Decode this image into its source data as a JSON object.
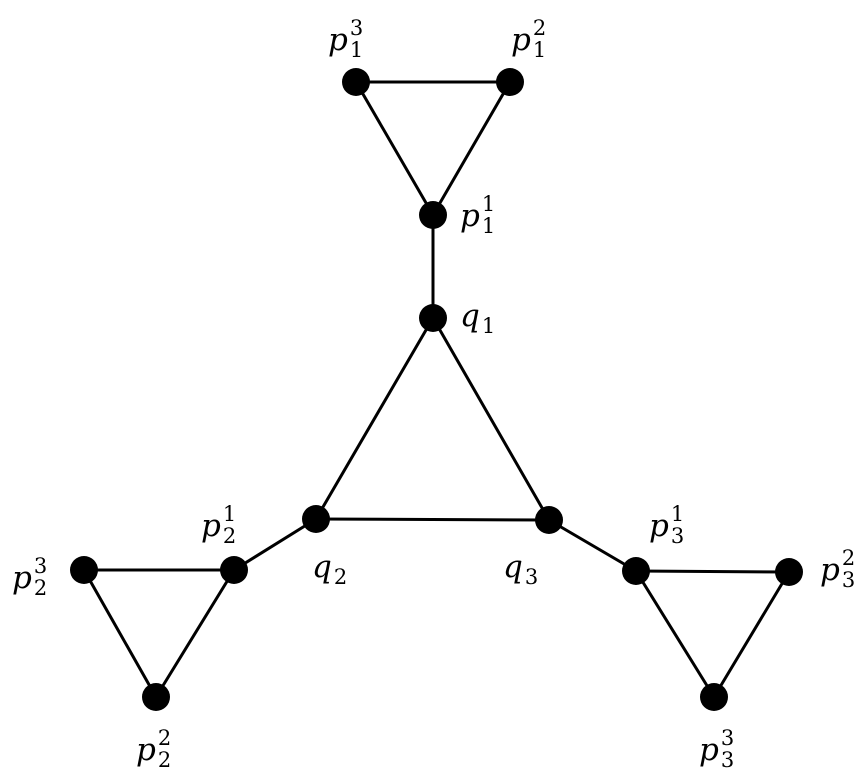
{
  "nodes": [
    {
      "id": "p1_3",
      "base": "p",
      "sub": "1",
      "sup": "3"
    },
    {
      "id": "p1_2",
      "base": "p",
      "sub": "1",
      "sup": "2"
    },
    {
      "id": "p1_1",
      "base": "p",
      "sub": "1",
      "sup": "1"
    },
    {
      "id": "q1",
      "base": "q",
      "sub": "1",
      "sup": ""
    },
    {
      "id": "q2",
      "base": "q",
      "sub": "2",
      "sup": ""
    },
    {
      "id": "q3",
      "base": "q",
      "sub": "3",
      "sup": ""
    },
    {
      "id": "p2_1",
      "base": "p",
      "sub": "2",
      "sup": "1"
    },
    {
      "id": "p2_3",
      "base": "p",
      "sub": "2",
      "sup": "3"
    },
    {
      "id": "p2_2",
      "base": "p",
      "sub": "2",
      "sup": "2"
    },
    {
      "id": "p3_1",
      "base": "p",
      "sub": "3",
      "sup": "1"
    },
    {
      "id": "p3_2",
      "base": "p",
      "sub": "3",
      "sup": "2"
    },
    {
      "id": "p3_3",
      "base": "p",
      "sub": "3",
      "sup": "3"
    }
  ],
  "edges": [
    [
      "p1_3",
      "p1_2"
    ],
    [
      "p1_3",
      "p1_1"
    ],
    [
      "p1_2",
      "p1_1"
    ],
    [
      "p1_1",
      "q1"
    ],
    [
      "q1",
      "q2"
    ],
    [
      "q1",
      "q3"
    ],
    [
      "q2",
      "q3"
    ],
    [
      "q2",
      "p2_1"
    ],
    [
      "p2_3",
      "p2_1"
    ],
    [
      "p2_3",
      "p2_2"
    ],
    [
      "p2_1",
      "p2_2"
    ],
    [
      "q3",
      "p3_1"
    ],
    [
      "p3_1",
      "p3_2"
    ],
    [
      "p3_1",
      "p3_3"
    ],
    [
      "p3_2",
      "p3_3"
    ]
  ]
}
